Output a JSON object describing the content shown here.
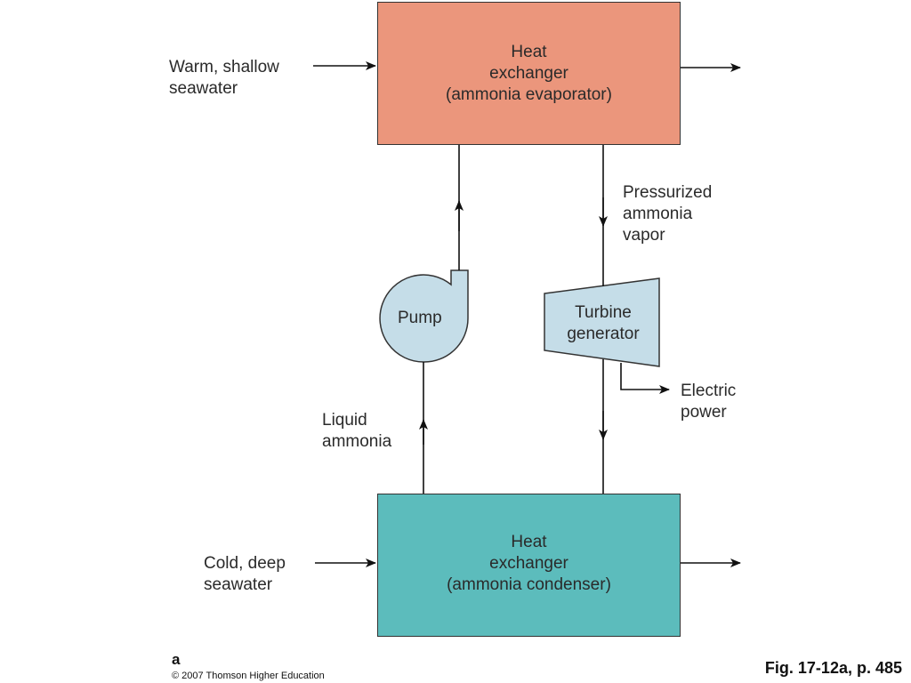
{
  "evaporator": {
    "lines": [
      "Heat",
      "exchanger",
      "(ammonia evaporator)"
    ],
    "color": "#eb967c"
  },
  "condenser": {
    "lines": [
      "Heat",
      "exchanger",
      "(ammonia condenser)"
    ],
    "color": "#5cbcbc"
  },
  "pump": {
    "label": "Pump",
    "color": "#c5dde8"
  },
  "turbine": {
    "lines": [
      "Turbine",
      "generator"
    ],
    "color": "#c5dde8"
  },
  "inputs": {
    "warm": [
      "Warm, shallow",
      "seawater"
    ],
    "cold": [
      "Cold, deep",
      "seawater"
    ]
  },
  "flows": {
    "vapor": [
      "Pressurized",
      "ammonia",
      "vapor"
    ],
    "liquid": [
      "Liquid",
      "ammonia"
    ],
    "power": [
      "Electric",
      "power"
    ]
  },
  "footer": {
    "panel": "a",
    "copyright": "© 2007 Thomson Higher Education",
    "figure_ref": "Fig. 17-12a, p. 485"
  }
}
